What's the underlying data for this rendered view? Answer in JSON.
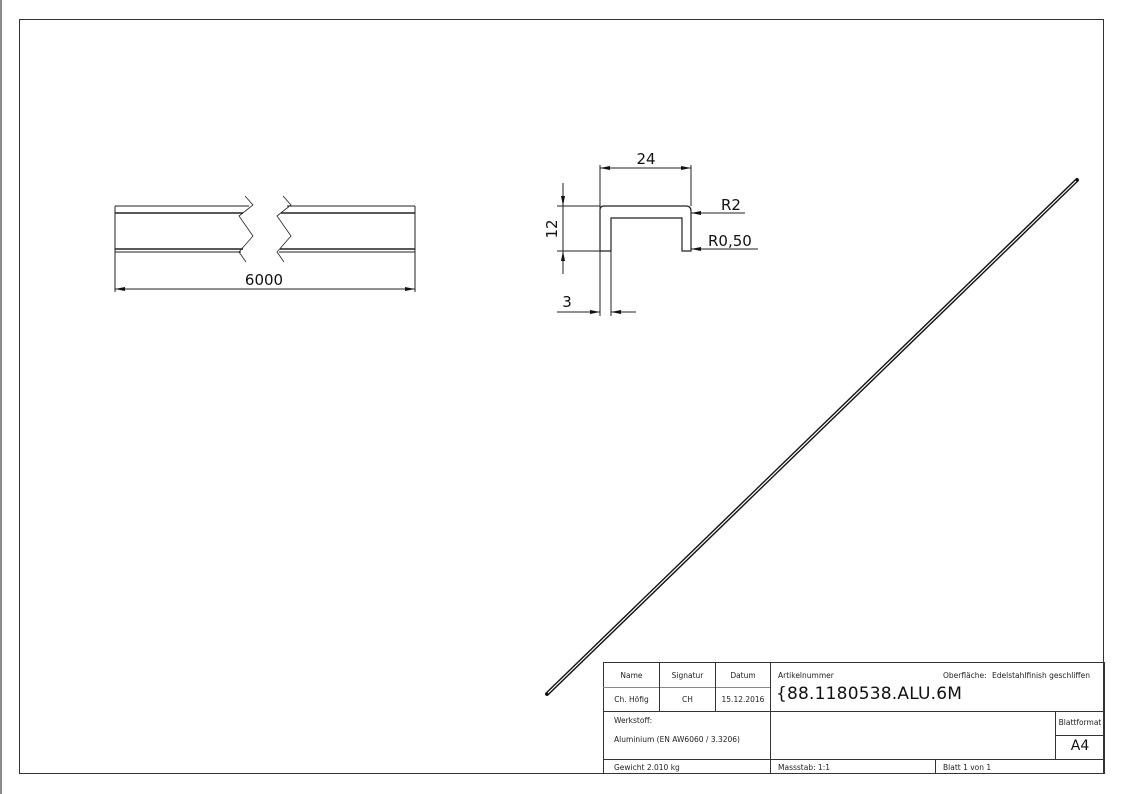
{
  "drawing": {
    "side_view": {
      "length_dimension": "6000"
    },
    "section_view": {
      "width_dimension": "24",
      "height_dimension": "12",
      "thickness_dimension": "3",
      "outer_radius": "R2",
      "inner_radius": "R0,50"
    }
  },
  "title_block": {
    "headers": {
      "name": "Name",
      "signature": "Signatur",
      "date": "Datum",
      "article_number": "Artikelnummer",
      "surface": "Oberfläche:",
      "material": "Werkstoff:",
      "sheet_format": "Blattformat"
    },
    "values": {
      "name": "Ch. Höfig",
      "signature": "CH",
      "date": "15.12.2016",
      "article_number": "{88.1180538.ALU.6M",
      "surface": "Edelstahlfinish geschliffen",
      "material": "Aluminium (EN AW6060 / 3.3206)",
      "sheet_format": "A4",
      "weight": "Gewicht 2.010 kg",
      "scale": "Massstab: 1:1",
      "sheet": "Blatt 1 von 1"
    }
  }
}
